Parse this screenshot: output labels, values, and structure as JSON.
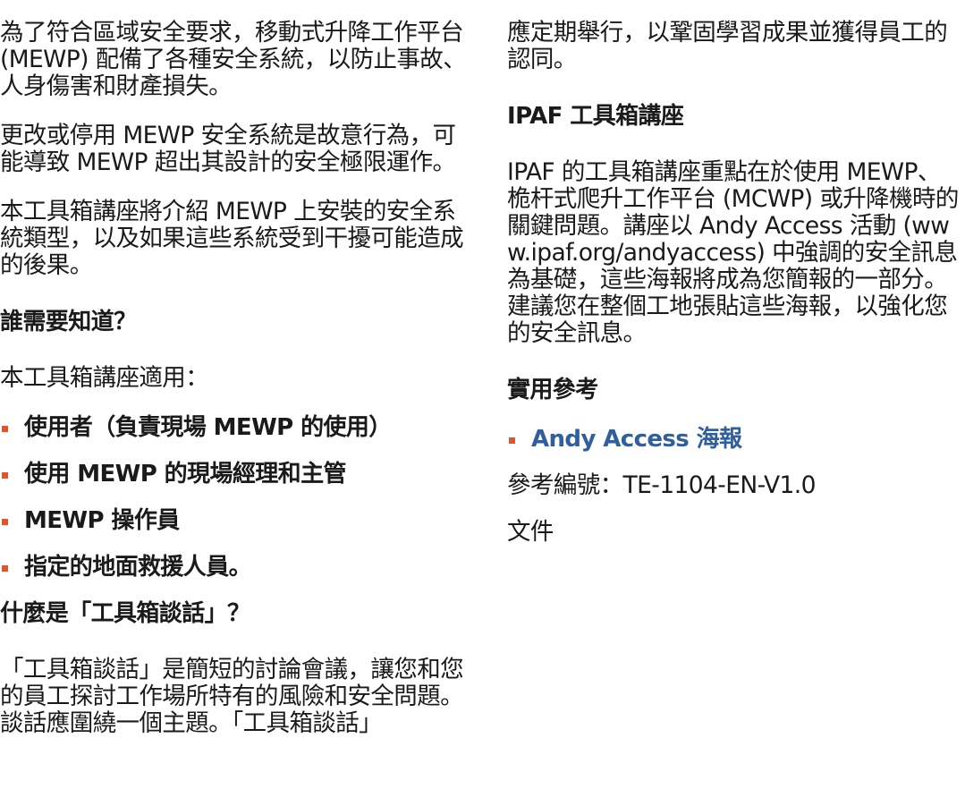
{
  "left": {
    "p1": "為了符合區域安全要求，移動式升降工作平台 (MEWP) 配備了各種安全系統，以防止事故、人身傷害和財產損失。",
    "p2": "更改或停用 MEWP 安全系統是故意行為，可能導致 MEWP 超出其設計的安全極限運作。",
    "p3": "本工具箱講座將介紹 MEWP 上安裝的安全系統類型，以及如果這些系統受到干擾可能造成的後果。",
    "h_who": "誰需要知道？",
    "p_applies": "本工具箱講座適用：",
    "audience": [
      "使用者（負責現場 MEWP 的使用）",
      "使用 MEWP 的現場經理和主管",
      "MEWP 操作員",
      "指定的地面救援人員。"
    ],
    "h_what": "什麼是「工具箱談話」？",
    "p_what": "「工具箱談話」是簡短的討論會議，讓您和您的員工探討工作場所特有的風險和安全問題。談話應圍繞一個主題。「工具箱談話」"
  },
  "right": {
    "p_cont": "應定期舉行，以鞏固學習成果並獲得員工的認同。",
    "h_toolbox": "IPAF 工具箱講座",
    "p_toolbox": "IPAF 的工具箱講座重點在於使用 MEWP、桅杆式爬升工作平台 (MCWP) 或升降機時的關鍵問題。講座以 Andy Access 活動 (www.ipaf.org/andyaccess) 中強調的安全訊息為基礎，這些海報將成為您簡報的一部分。建議您在整個工地張貼這些海報，以強化您的安全訊息。",
    "h_ref": "實用參考",
    "link": "Andy Access 海報",
    "ref_no": "參考編號：TE-1104-EN-V1.0",
    "doc": "文件"
  },
  "colors": {
    "bullet": "#e2542a",
    "link": "#2f5f9e",
    "text": "#1a1a1a"
  }
}
